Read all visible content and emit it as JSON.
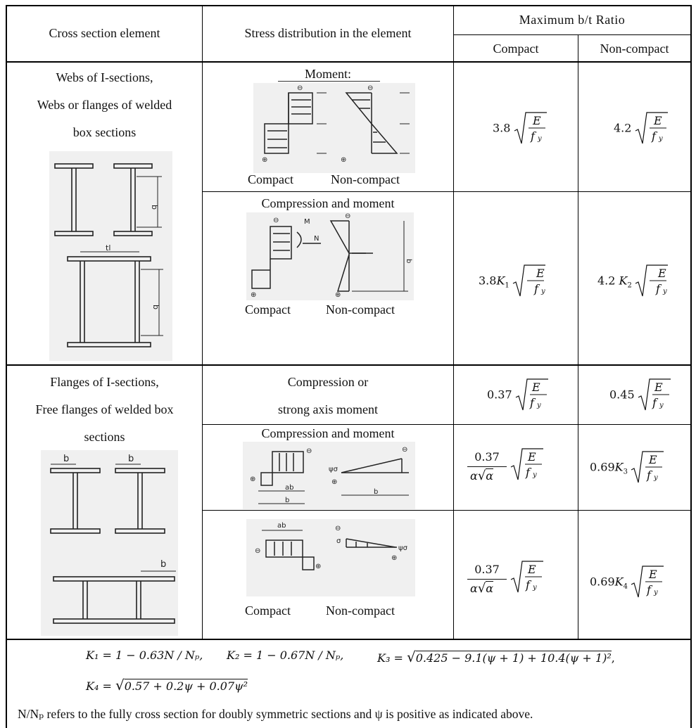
{
  "header": {
    "col1": "Cross section element",
    "col2": "Stress distribution in the element",
    "ratio_group": "Maximum b/t Ratio",
    "compact": "Compact",
    "noncompact": "Non-compact"
  },
  "section1": {
    "line1": "Webs of I-sections,",
    "line2": "Webs or flanges of welded",
    "line3": "box sections",
    "row1_title": "Moment:",
    "row1_left": "Compact",
    "row1_right": "Non-compact",
    "row1_compact": {
      "coef": "3.8",
      "num": "E",
      "den": "f",
      "sub": "y"
    },
    "row1_noncompact": {
      "coef": "4.2",
      "num": "E",
      "den": "f",
      "sub": "y"
    },
    "row2_title": "Compression and moment",
    "row2_left": "Compact",
    "row2_right": "Non-compact",
    "row2_compact": {
      "coef": "3.8",
      "K": "K",
      "Ksub": "1",
      "num": "E",
      "den": "f",
      "sub": "y"
    },
    "row2_noncompact": {
      "coef": "4.2",
      "K": "K",
      "Ksub": "2",
      "num": "E",
      "den": "f",
      "sub": "y"
    }
  },
  "section2": {
    "line1": "Flanges of I-sections,",
    "line2": "Free flanges of welded box",
    "line3": "sections",
    "row3_line1": "Compression or",
    "row3_line2": "strong axis moment",
    "row3_compact": {
      "coef": "0.37",
      "num": "E",
      "den": "f",
      "sub": "y"
    },
    "row3_noncompact": {
      "coef": "0.45",
      "num": "E",
      "den": "f",
      "sub": "y"
    },
    "row4_title": "Compression and moment",
    "row4_compact": {
      "fnum": "0.37",
      "alpha": "α",
      "num": "E",
      "den": "f",
      "sub": "y"
    },
    "row4_noncompact": {
      "coef": "0.69",
      "K": "K",
      "Ksub": "3",
      "num": "E",
      "den": "f",
      "sub": "y"
    },
    "row5_left": "Compact",
    "row5_right": "Non-compact",
    "row5_compact": {
      "fnum": "0.37",
      "alpha": "α",
      "num": "E",
      "den": "f",
      "sub": "y"
    },
    "row5_noncompact": {
      "coef": "0.69",
      "K": "K",
      "Ksub": "4",
      "num": "E",
      "den": "f",
      "sub": "y"
    }
  },
  "footer": {
    "k1": "K₁ = 1 − 0.63N / Nₚ,",
    "k2": "K₂ = 1 − 0.67N / Nₚ,",
    "k3_lhs": "K₃ =",
    "k3_rad": "0.425 − 9.1(ψ + 1) + 10.4(ψ + 1)²",
    "k3_tail": ",",
    "k4_lhs": "K₄ =",
    "k4_rad": "0.57 + 0.2ψ + 0.07ψ²",
    "note": "N/Nₚ refers to the fully cross section for doubly symmetric sections and ψ is positive as indicated above."
  }
}
